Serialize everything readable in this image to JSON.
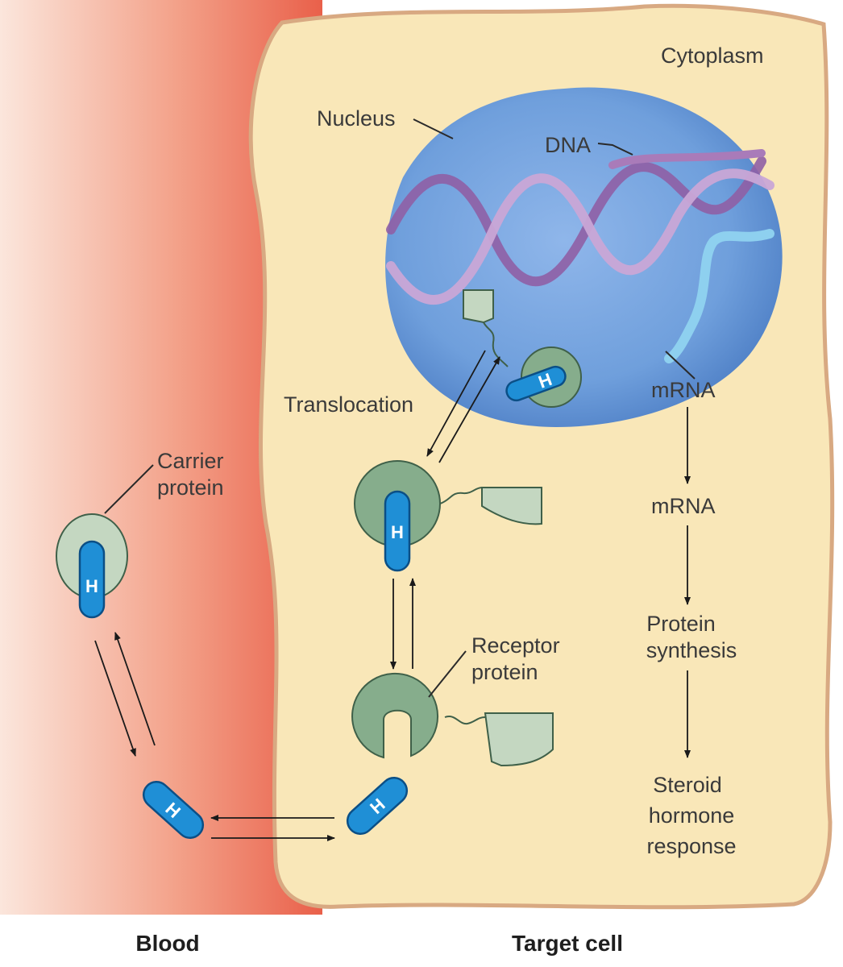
{
  "labels": {
    "cytoplasm": "Cytoplasm",
    "nucleus": "Nucleus",
    "dna": "DNA",
    "translocation": "Translocation",
    "mrna_nucleus": "mRNA",
    "mrna_cytoplasm": "mRNA",
    "carrier_line1": "Carrier",
    "carrier_line2": "protein",
    "receptor_line1": "Receptor",
    "receptor_line2": "protein",
    "protein_line1": "Protein",
    "protein_line2": "synthesis",
    "response_line1": "Steroid",
    "response_line2": "hormone",
    "response_line3": "response",
    "blood": "Blood",
    "target_cell": "Target cell"
  },
  "hormone_letter": "H",
  "colors": {
    "blood_dark": "#e9604a",
    "blood_light": "#fbe6dc",
    "cytoplasm": "#f9e7b8",
    "cell_border": "#d8a982",
    "nucleus": "#6f9fdc",
    "dna": "#b487c2",
    "mrna": "#8ed0ef",
    "hormone": "#1f8fd6",
    "receptor": "#86ad8c",
    "receptor_ligand": "#c4d7c1"
  }
}
